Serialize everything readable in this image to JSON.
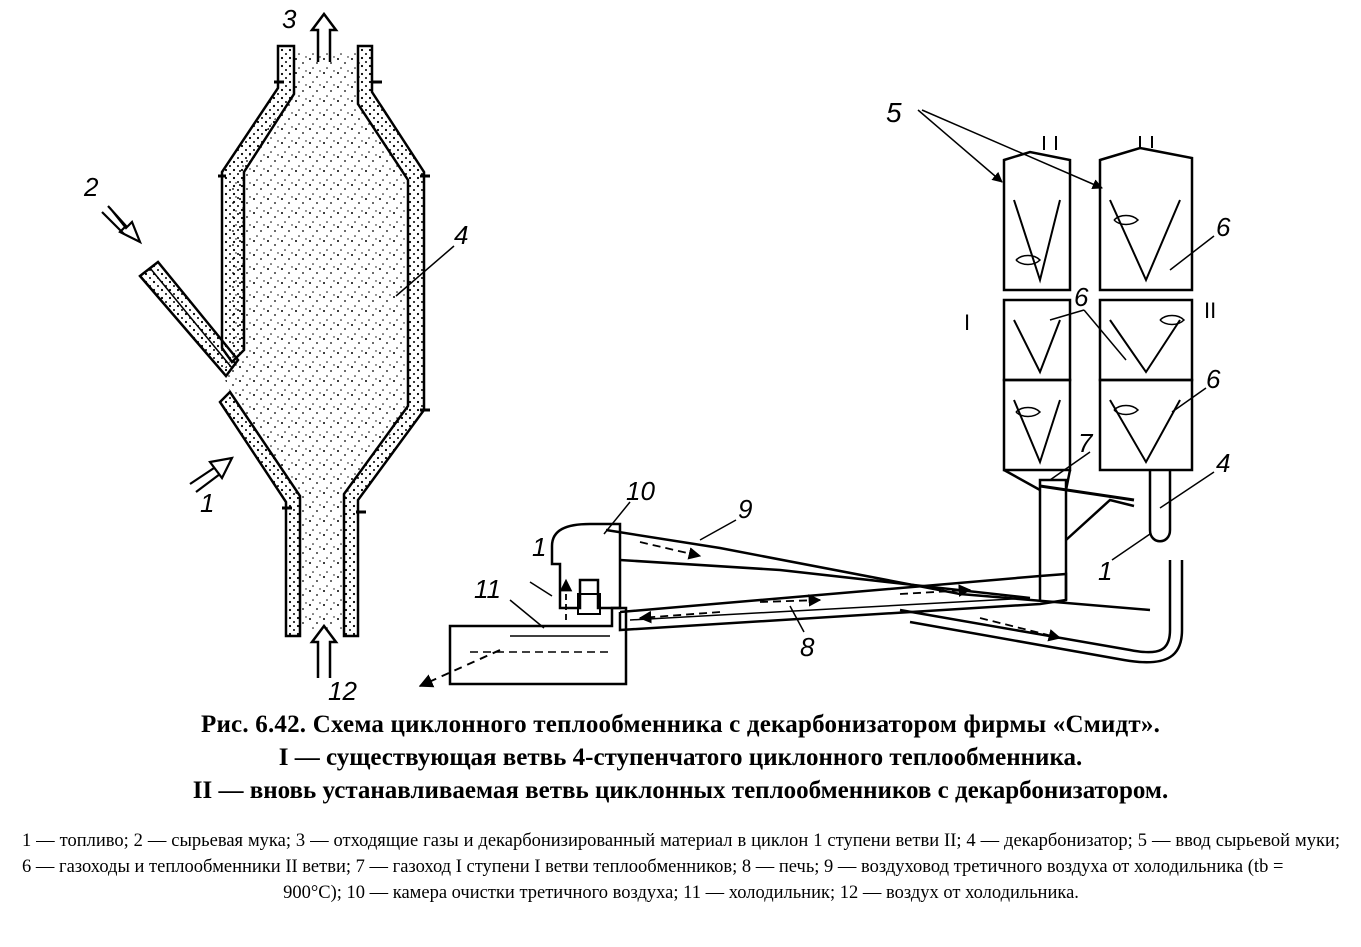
{
  "caption": {
    "title": "Рис. 6.42. Схема циклонного теплообменника с декарбонизатором фирмы «Смидт».",
    "line1": "I — существующая ветвь 4-ступенчатого циклонного теплообменника.",
    "line2": "II — вновь устанавливаемая ветвь циклонных теплообменников с декарбонизатором."
  },
  "legend": {
    "part1": "1 — топливо; 2 — сырьевая мука; 3 — отходящие газы и декарбонизированный материал в циклон 1 ступени ветви II; 4 — декарбонизатор; 5 — ввод сырьевой муки; 6 — газоходы и теплообменники II ветви; 7 — газоход I ступени I ветви теплообменников; 8 — печь; 9 — воздуховод третичного воздуха от холодильника (tb =",
    "part2": "900°С); 10 — камера очистки третичного воздуха; 11 — холодильник; 12 — воздух от холодильника."
  },
  "labels": {
    "n1a": "1",
    "n2": "2",
    "n3": "3",
    "n4a": "4",
    "n12": "12",
    "n5": "5",
    "n6a": "6",
    "n6b": "6",
    "n6c": "6",
    "n7": "7",
    "n4b": "4",
    "n1b": "1",
    "n10": "10",
    "n9": "9",
    "n1c": "1",
    "n11": "11",
    "n8": "8",
    "branch1": "I",
    "branch2": "II"
  }
}
